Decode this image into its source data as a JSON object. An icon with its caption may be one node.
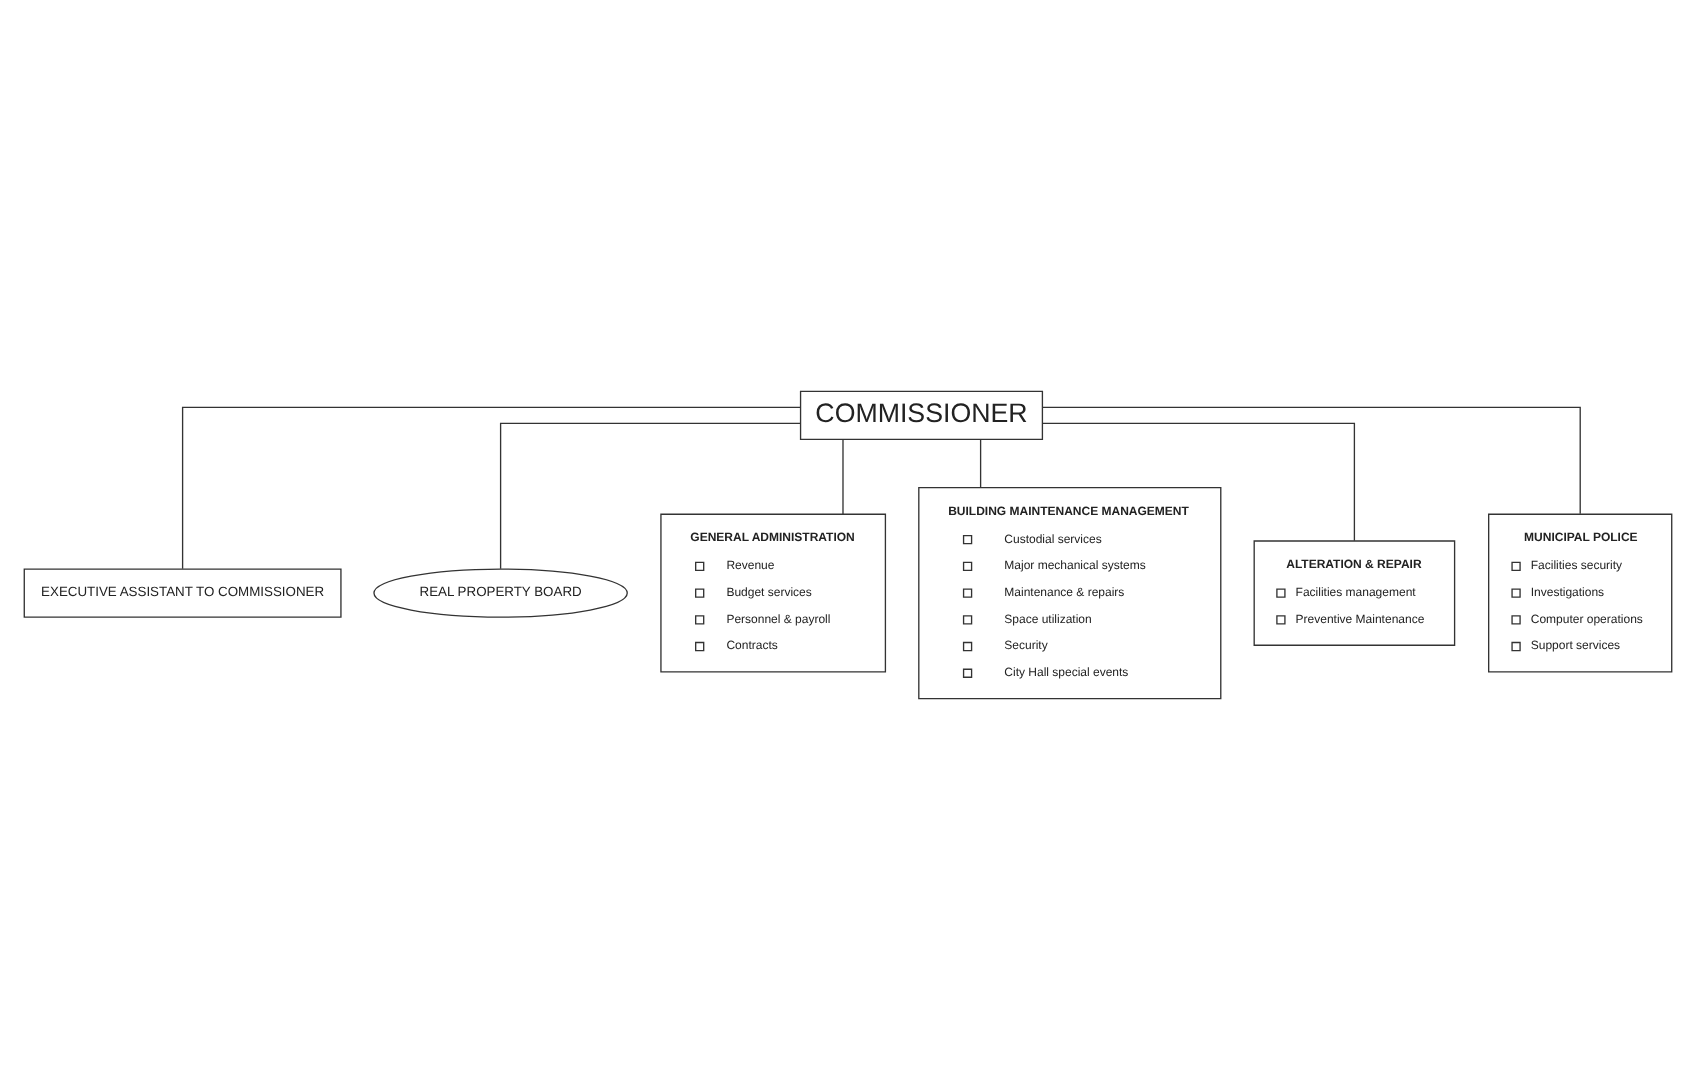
{
  "diagram": {
    "nodes": [
      {
        "text": [
          "COMMISSIONER"
        ]
      },
      {
        "text": [
          "EXECUTIVE ASSISTANT TO COMMISSIONER"
        ]
      },
      {
        "text": [
          "REAL PROPERTY BOARD"
        ]
      },
      {
        "text": [
          "GENERAL ADMINISTRATION",
          "Revenue",
          "Budget services",
          "Personnel & payroll",
          "Contracts"
        ]
      },
      {
        "text": [
          "BUILDING MAINTENANCE MANAGEMENT",
          "Custodial services",
          "Major mechanical systems",
          "Maintenance & repairs",
          "Space utilization",
          "Security",
          "City Hall special events"
        ]
      },
      {
        "text": [
          "ALTERATION & REPAIR",
          "Facilities management",
          "Preventive Maintenance"
        ]
      },
      {
        "text": [
          "MUNICIPAL POLICE",
          "Facilities security",
          "Investigations",
          "Computer operations",
          "Support services"
        ]
      }
    ],
    "edges": [
      {
        "from": 0,
        "to": 1,
        "arrow": "none"
      },
      {
        "from": 0,
        "to": 2,
        "arrow": "none"
      },
      {
        "from": 0,
        "to": 3,
        "arrow": "none"
      },
      {
        "from": 0,
        "to": 4,
        "arrow": "none"
      },
      {
        "from": 0,
        "to": 5,
        "arrow": "none"
      },
      {
        "from": 0,
        "to": 6,
        "arrow": "none"
      }
    ]
  }
}
